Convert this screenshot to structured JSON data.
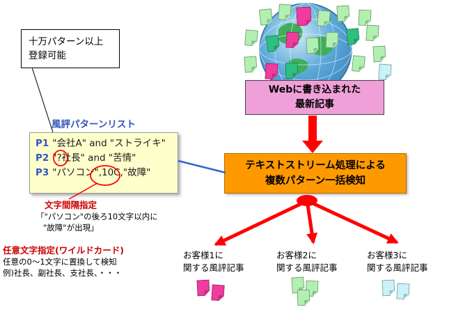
{
  "colors": {
    "web_box_bg": "#F0A0D8",
    "process_box_bg": "#FF9900",
    "pattern_box_bg": "#FFFFCC",
    "title_blue": "#3355BB",
    "annotation_red": "#CC0000",
    "arrow_red": "#FF0000",
    "connector_blue": "#3366CC",
    "note_pink": "#F13B9E",
    "note_green": "#B2F0B2",
    "note_teal": "#2FBE82",
    "note_cyan": "#C9F2F9"
  },
  "callout": {
    "line1": "十万パターン以上",
    "line2": "登録可能"
  },
  "pattern_list": {
    "title": "風評パターンリスト",
    "items": [
      {
        "id": "P1",
        "text": "\"会社A\" and \"ストライキ\""
      },
      {
        "id": "P2",
        "text": "\"?社長\" and \"苦情\""
      },
      {
        "id": "P3",
        "text": "\"パソコン\",10C,\"故障\""
      }
    ]
  },
  "annotations": {
    "interval_title": "文字間隔指定",
    "interval_desc1": "「\"パソコン\"の後ろ10文字以内に",
    "interval_desc2": "\"故障\"が出現」",
    "wildcard_title": "任意文字指定(ワイルドカード)",
    "wildcard_desc1": "任意の0〜1文字に置換して検知",
    "wildcard_desc2": "例)社長、副社長、支社長、・・・"
  },
  "web_box": {
    "line1": "Webに書き込まれた",
    "line2": "最新記事"
  },
  "process_box": {
    "line1": "テキストストリーム処理による",
    "line2": "複数パターン一括検知"
  },
  "customers": [
    {
      "line1": "お客様1に",
      "line2": "関する風評記事"
    },
    {
      "line1": "お客様2に",
      "line2": "関する風評記事"
    },
    {
      "line1": "お客様3に",
      "line2": "関する風評記事"
    }
  ]
}
